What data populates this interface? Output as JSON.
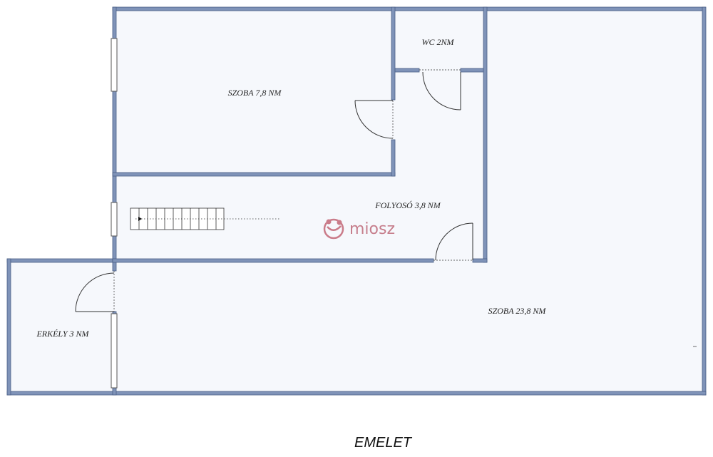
{
  "plan": {
    "title": "EMELET",
    "rooms": [
      {
        "id": "szoba-7-8",
        "label": "SZOBA 7,8 NM"
      },
      {
        "id": "wc",
        "label": "WC 2NM"
      },
      {
        "id": "folyoso",
        "label": "FOLYOSÓ 3,8 NM"
      },
      {
        "id": "szoba-23-8",
        "label": "SZOBA 23,8 NM"
      },
      {
        "id": "erkely",
        "label": "ERKÉLY 3 NM"
      }
    ],
    "colors": {
      "wall_fill": "#7f93b8",
      "wall_stroke": "#4a5f86",
      "floor": "#f6f8fc",
      "door_line": "#333333"
    }
  },
  "watermark": {
    "text": "miosz",
    "icon": "miosz-logo-icon",
    "color": "#b85a6a"
  }
}
